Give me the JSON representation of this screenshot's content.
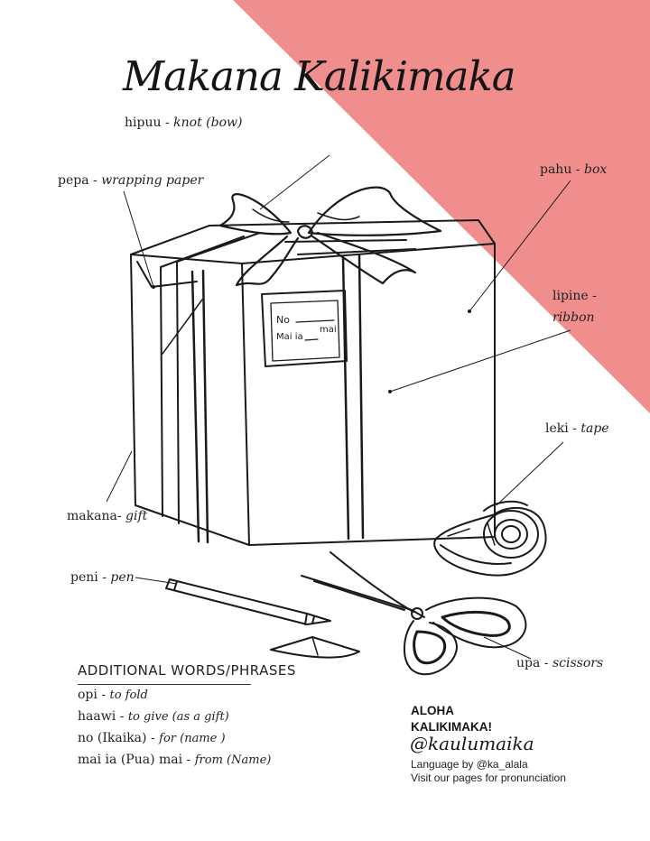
{
  "title": "Makana Kalikimaka",
  "accent_color": "#ef8e8d",
  "labels": {
    "hipuu": {
      "word": "hipuu",
      "sep": " - ",
      "meaning": "knot (bow)"
    },
    "pepa": {
      "word": "pepa",
      "sep": " - ",
      "meaning": "wrapping paper"
    },
    "pahu": {
      "word": "pahu",
      "sep": " - ",
      "meaning": "box"
    },
    "lipine": {
      "word": "lipine",
      "sep": " -",
      "meaning": "ribbon"
    },
    "leki": {
      "word": "leki",
      "sep": " - ",
      "meaning": "tape"
    },
    "makana": {
      "word": "makana",
      "sep": "- ",
      "meaning": "gift"
    },
    "peni": {
      "word": "peni",
      "sep": " - ",
      "meaning": "pen"
    },
    "upa": {
      "word": "upa",
      "sep": " - ",
      "meaning": "scissors"
    }
  },
  "tag": {
    "line1": "No",
    "line2": "Mai ia",
    "line2_end": "mai"
  },
  "additional": {
    "heading": "ADDITIONAL WORDS/PHRASES",
    "items": [
      {
        "word": "opi",
        "sep": " - ",
        "meaning": "to fold"
      },
      {
        "word": "haawi",
        "sep": " - ",
        "meaning": "to give (as a gift)"
      },
      {
        "word": "no (Ikaika)",
        "sep": " - ",
        "meaning": "for (name )"
      },
      {
        "word": "mai ia (Pua) mai",
        "sep": " - ",
        "meaning": "from (Name)"
      }
    ]
  },
  "footer": {
    "aloha_line1": "ALOHA",
    "aloha_line2": "KALIKIMAKA!",
    "handle": "@kaulumaika",
    "credit_line1": "Language by @ka_alala",
    "credit_line2": "Visit our pages for pronunciation"
  },
  "icons": [
    "gift-box-illustration",
    "tape-dispenser-illustration",
    "pen-illustration",
    "pen-cap-illustration",
    "scissors-illustration"
  ]
}
